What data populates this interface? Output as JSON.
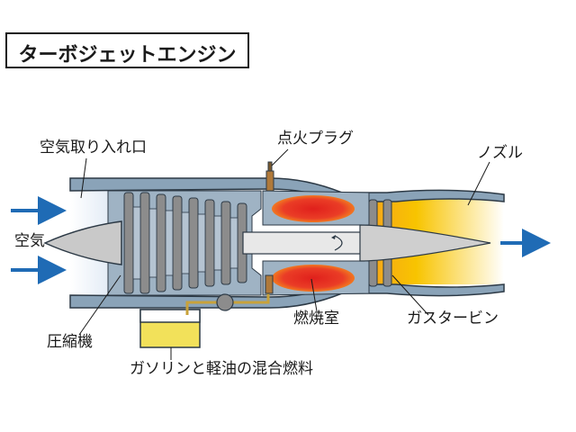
{
  "title": "ターボジェットエンジン",
  "labels": {
    "intake": "空気取り入れ口",
    "spark_plug": "点火プラグ",
    "nozzle": "ノズル",
    "air": "空気",
    "compressor": "圧縮機",
    "combustion_chamber": "燃焼室",
    "turbine": "ガスタービン",
    "fuel_mixture": "ガソリンと軽油の混合燃料"
  },
  "colors": {
    "casing": "#8aa3b8",
    "casing_dark": "#5c7388",
    "flame": "#e8302a",
    "flame_glow": "#f4a11d",
    "exhaust": "#f7c800",
    "arrow": "#1f6bb5",
    "fuel": "#f2e15a",
    "intake_air": "#e6eef8"
  }
}
